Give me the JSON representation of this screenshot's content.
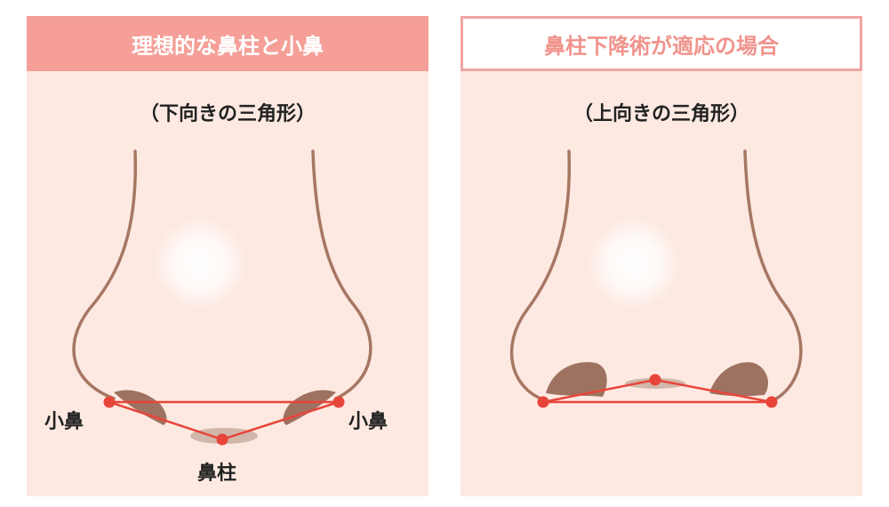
{
  "colors": {
    "panel_bg": "#fde9e1",
    "header_fill": "#f59f98",
    "header_outline": "#f1a4a0",
    "header_outline_text": "#f0938c",
    "nose_outline": "#a67764",
    "nostril": "#9e7261",
    "marker": "#e8453a"
  },
  "left_panel": {
    "header": "理想的な鼻柱と小鼻",
    "subtitle": "（下向きの三角形）",
    "labels": {
      "alar_left": "小鼻",
      "alar_right": "小鼻",
      "columella": "鼻柱"
    }
  },
  "right_panel": {
    "header": "鼻柱下降術が適応の場合",
    "subtitle": "（上向きの三角形）"
  }
}
